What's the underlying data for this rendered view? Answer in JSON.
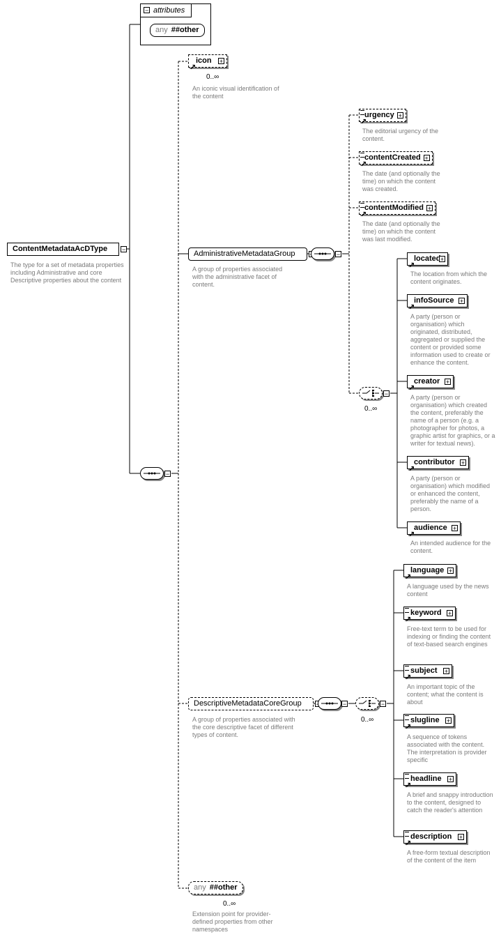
{
  "root": {
    "name": "ContentMetadataAcDType",
    "description": "The type for a  set of metadata properties including Administrative and core Descriptive properties about the content"
  },
  "attributes": {
    "label": "attributes",
    "any_key": "any",
    "any_value": "##other"
  },
  "icon_element": {
    "name": "icon",
    "occurrence": "0..∞",
    "description": "An iconic visual identification of the content"
  },
  "admin_group": {
    "name": "AdministrativeMetadataGroup",
    "description": "A group of properties associated with the administrative facet of content.",
    "sequence_elements": [
      {
        "name": "urgency",
        "description": "The editorial urgency of the content."
      },
      {
        "name": "contentCreated",
        "description": "The date (and optionally the time) on which the content was created."
      },
      {
        "name": "contentModified",
        "description": "The date (and optionally the time) on which the content was last modified."
      }
    ],
    "choice_occurrence": "0..∞",
    "choice_elements": [
      {
        "name": "located",
        "description": "The location from which the content originates."
      },
      {
        "name": "infoSource",
        "description": "A party (person or organisation) which originated, distributed, aggregated or supplied the content or provided some information used to create or enhance the content."
      },
      {
        "name": "creator",
        "description": "A party (person or organisation) which created the content, preferably the name of a person (e.g. a photographer for photos, a graphic artist for graphics, or a writer for textual news)."
      },
      {
        "name": "contributor",
        "description": "A party (person or organisation) which modified or enhanced the content, preferably the name of a person."
      },
      {
        "name": "audience",
        "description": "An intended audience for the content."
      }
    ]
  },
  "desc_group": {
    "name": "DescriptiveMetadataCoreGroup",
    "description": "A group of properties associated with the core descriptive facet of different types of content.",
    "choice_occurrence": "0..∞",
    "choice_elements": [
      {
        "name": "language",
        "description": "A language used by the news content"
      },
      {
        "name": "keyword",
        "description": "Free-text term to be used for indexing or finding the content of text-based search engines"
      },
      {
        "name": "subject",
        "description": "An important topic of the content; what the content is about"
      },
      {
        "name": "slugline",
        "description": "A sequence of tokens associated with the content. The interpretation is provider specific"
      },
      {
        "name": "headline",
        "description": "A brief and snappy introduction to the content, designed to catch the reader's attention"
      },
      {
        "name": "description",
        "description": "A free-form textual description of the content of the item"
      }
    ]
  },
  "any_other": {
    "any_key": "any",
    "any_value": "##other",
    "occurrence": "0..∞",
    "description": "Extension point for provider-defined properties from other namespaces"
  }
}
